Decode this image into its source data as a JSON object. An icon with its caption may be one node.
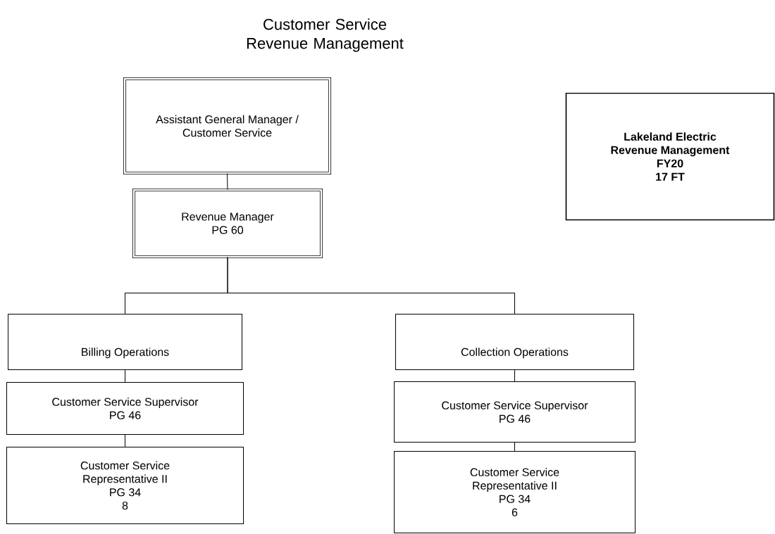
{
  "diagram": {
    "title": "Customer Service Revenue Management",
    "nodes": [
      {
        "text": [
          "Assistant General Manager / Customer Service"
        ]
      },
      {
        "text": [
          "Revenue Manager",
          "PG 60"
        ]
      },
      {
        "text": [
          "Billing Operations"
        ]
      },
      {
        "text": [
          "Collection Operations"
        ]
      },
      {
        "text": [
          "Customer Service Supervisor",
          "PG 46"
        ]
      },
      {
        "text": [
          "Customer Service Representative II",
          "PG 34",
          "8"
        ]
      },
      {
        "text": [
          "Customer Service Supervisor",
          "PG 46"
        ]
      },
      {
        "text": [
          "Customer Service Representative II",
          "PG 34",
          "6"
        ]
      },
      {
        "text": [
          "Lakeland Electric",
          "Revenue Management",
          "FY20",
          "17 FT"
        ]
      }
    ],
    "edges": [
      {
        "from": 0,
        "to": 1,
        "arrow": "none"
      },
      {
        "from": 1,
        "to": 2,
        "arrow": "none"
      },
      {
        "from": 1,
        "to": 3,
        "arrow": "none"
      },
      {
        "from": 2,
        "to": 4,
        "arrow": "none"
      },
      {
        "from": 4,
        "to": 5,
        "arrow": "none"
      },
      {
        "from": 3,
        "to": 6,
        "arrow": "none"
      },
      {
        "from": 6,
        "to": 7,
        "arrow": "none"
      }
    ]
  }
}
